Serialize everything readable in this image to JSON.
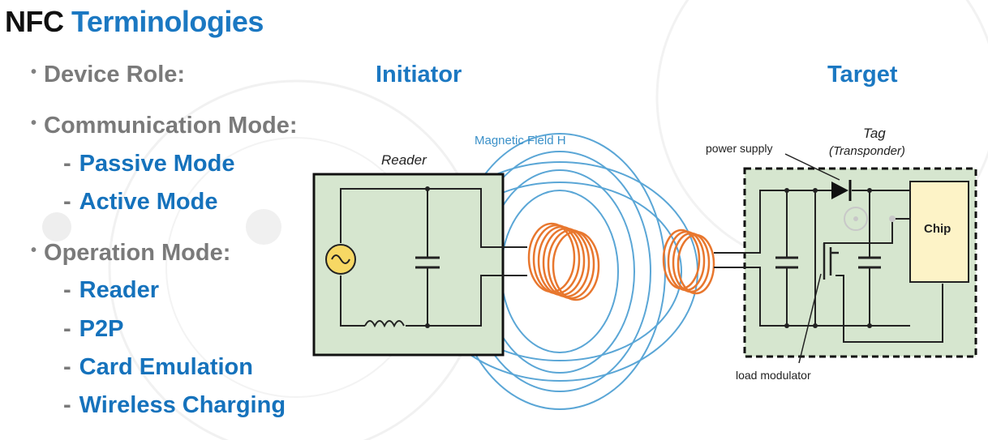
{
  "title": {
    "part1": "NFC",
    "part2": "Terminologies"
  },
  "bullets": {
    "device_role": "Device Role:",
    "communication_mode": "Communication Mode:",
    "communication_items": [
      "Passive Mode",
      "Active Mode"
    ],
    "operation_mode": "Operation Mode:",
    "operation_items": [
      "Reader",
      "P2P",
      "Card Emulation",
      "Wireless Charging"
    ]
  },
  "roles": {
    "initiator": "Initiator",
    "target": "Target"
  },
  "diagram": {
    "reader_label": "Reader",
    "field_label": "Magnetic Field H",
    "tag_label": "Tag",
    "transponder_label": "(Transponder)",
    "power_supply_label": "power supply",
    "chip_label": "Chip",
    "load_modulator_label": "load modulator"
  },
  "colors": {
    "title_accent": "#1b78c2",
    "list_accent": "#1572bc",
    "field_lines": "#5aa6d6",
    "coil": "#e8772e",
    "box_fill": "#d6e6cf",
    "chip_fill": "#fdf3c7"
  },
  "icons": [
    "ac-source-icon",
    "diode-icon",
    "capacitor-icon",
    "inductor-icon",
    "transistor-icon"
  ]
}
